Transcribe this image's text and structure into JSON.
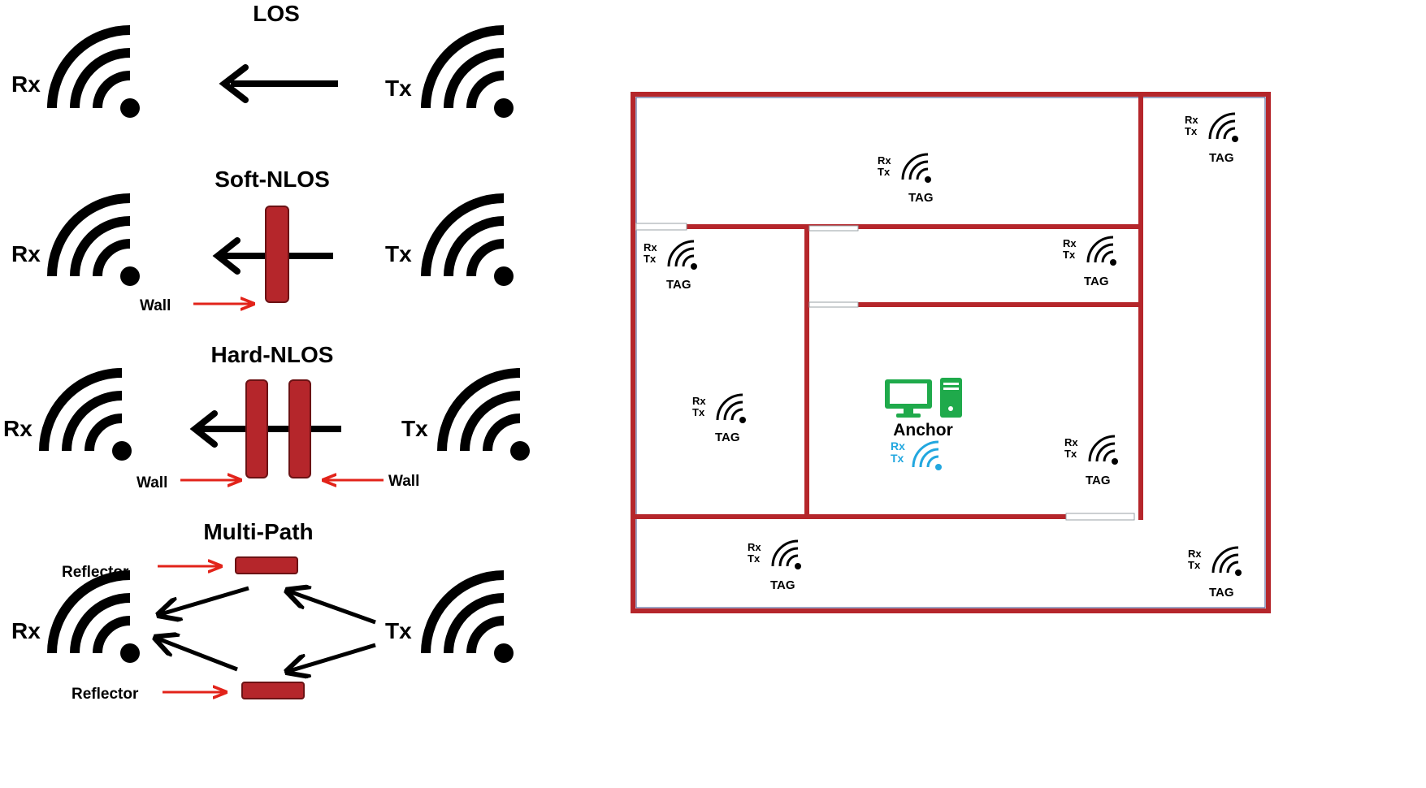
{
  "left": {
    "los": {
      "title": "LOS",
      "rx": "Rx",
      "tx": "Tx"
    },
    "soft": {
      "title": "Soft-NLOS",
      "rx": "Rx",
      "tx": "Tx",
      "wall": "Wall"
    },
    "hard": {
      "title": "Hard-NLOS",
      "rx": "Rx",
      "tx": "Tx",
      "wall_left": "Wall",
      "wall_right": "Wall"
    },
    "multi": {
      "title": "Multi-Path",
      "rx": "Rx",
      "tx": "Tx",
      "reflector_top": "Reflector",
      "reflector_bottom": "Reflector"
    }
  },
  "floorplan": {
    "anchor_label": "Anchor",
    "tag_rx": "Rx",
    "tag_tx": "Tx",
    "tag_label": "TAG"
  },
  "colors": {
    "wall": "#b5262b",
    "arrow_red": "#e2231a",
    "anchor_green": "#1faa4b",
    "anchor_blue": "#22a7df",
    "icon_black": "#000000"
  },
  "icons": [
    "wifi-icon",
    "arrow-icon",
    "computer-icon",
    "tower-icon"
  ]
}
